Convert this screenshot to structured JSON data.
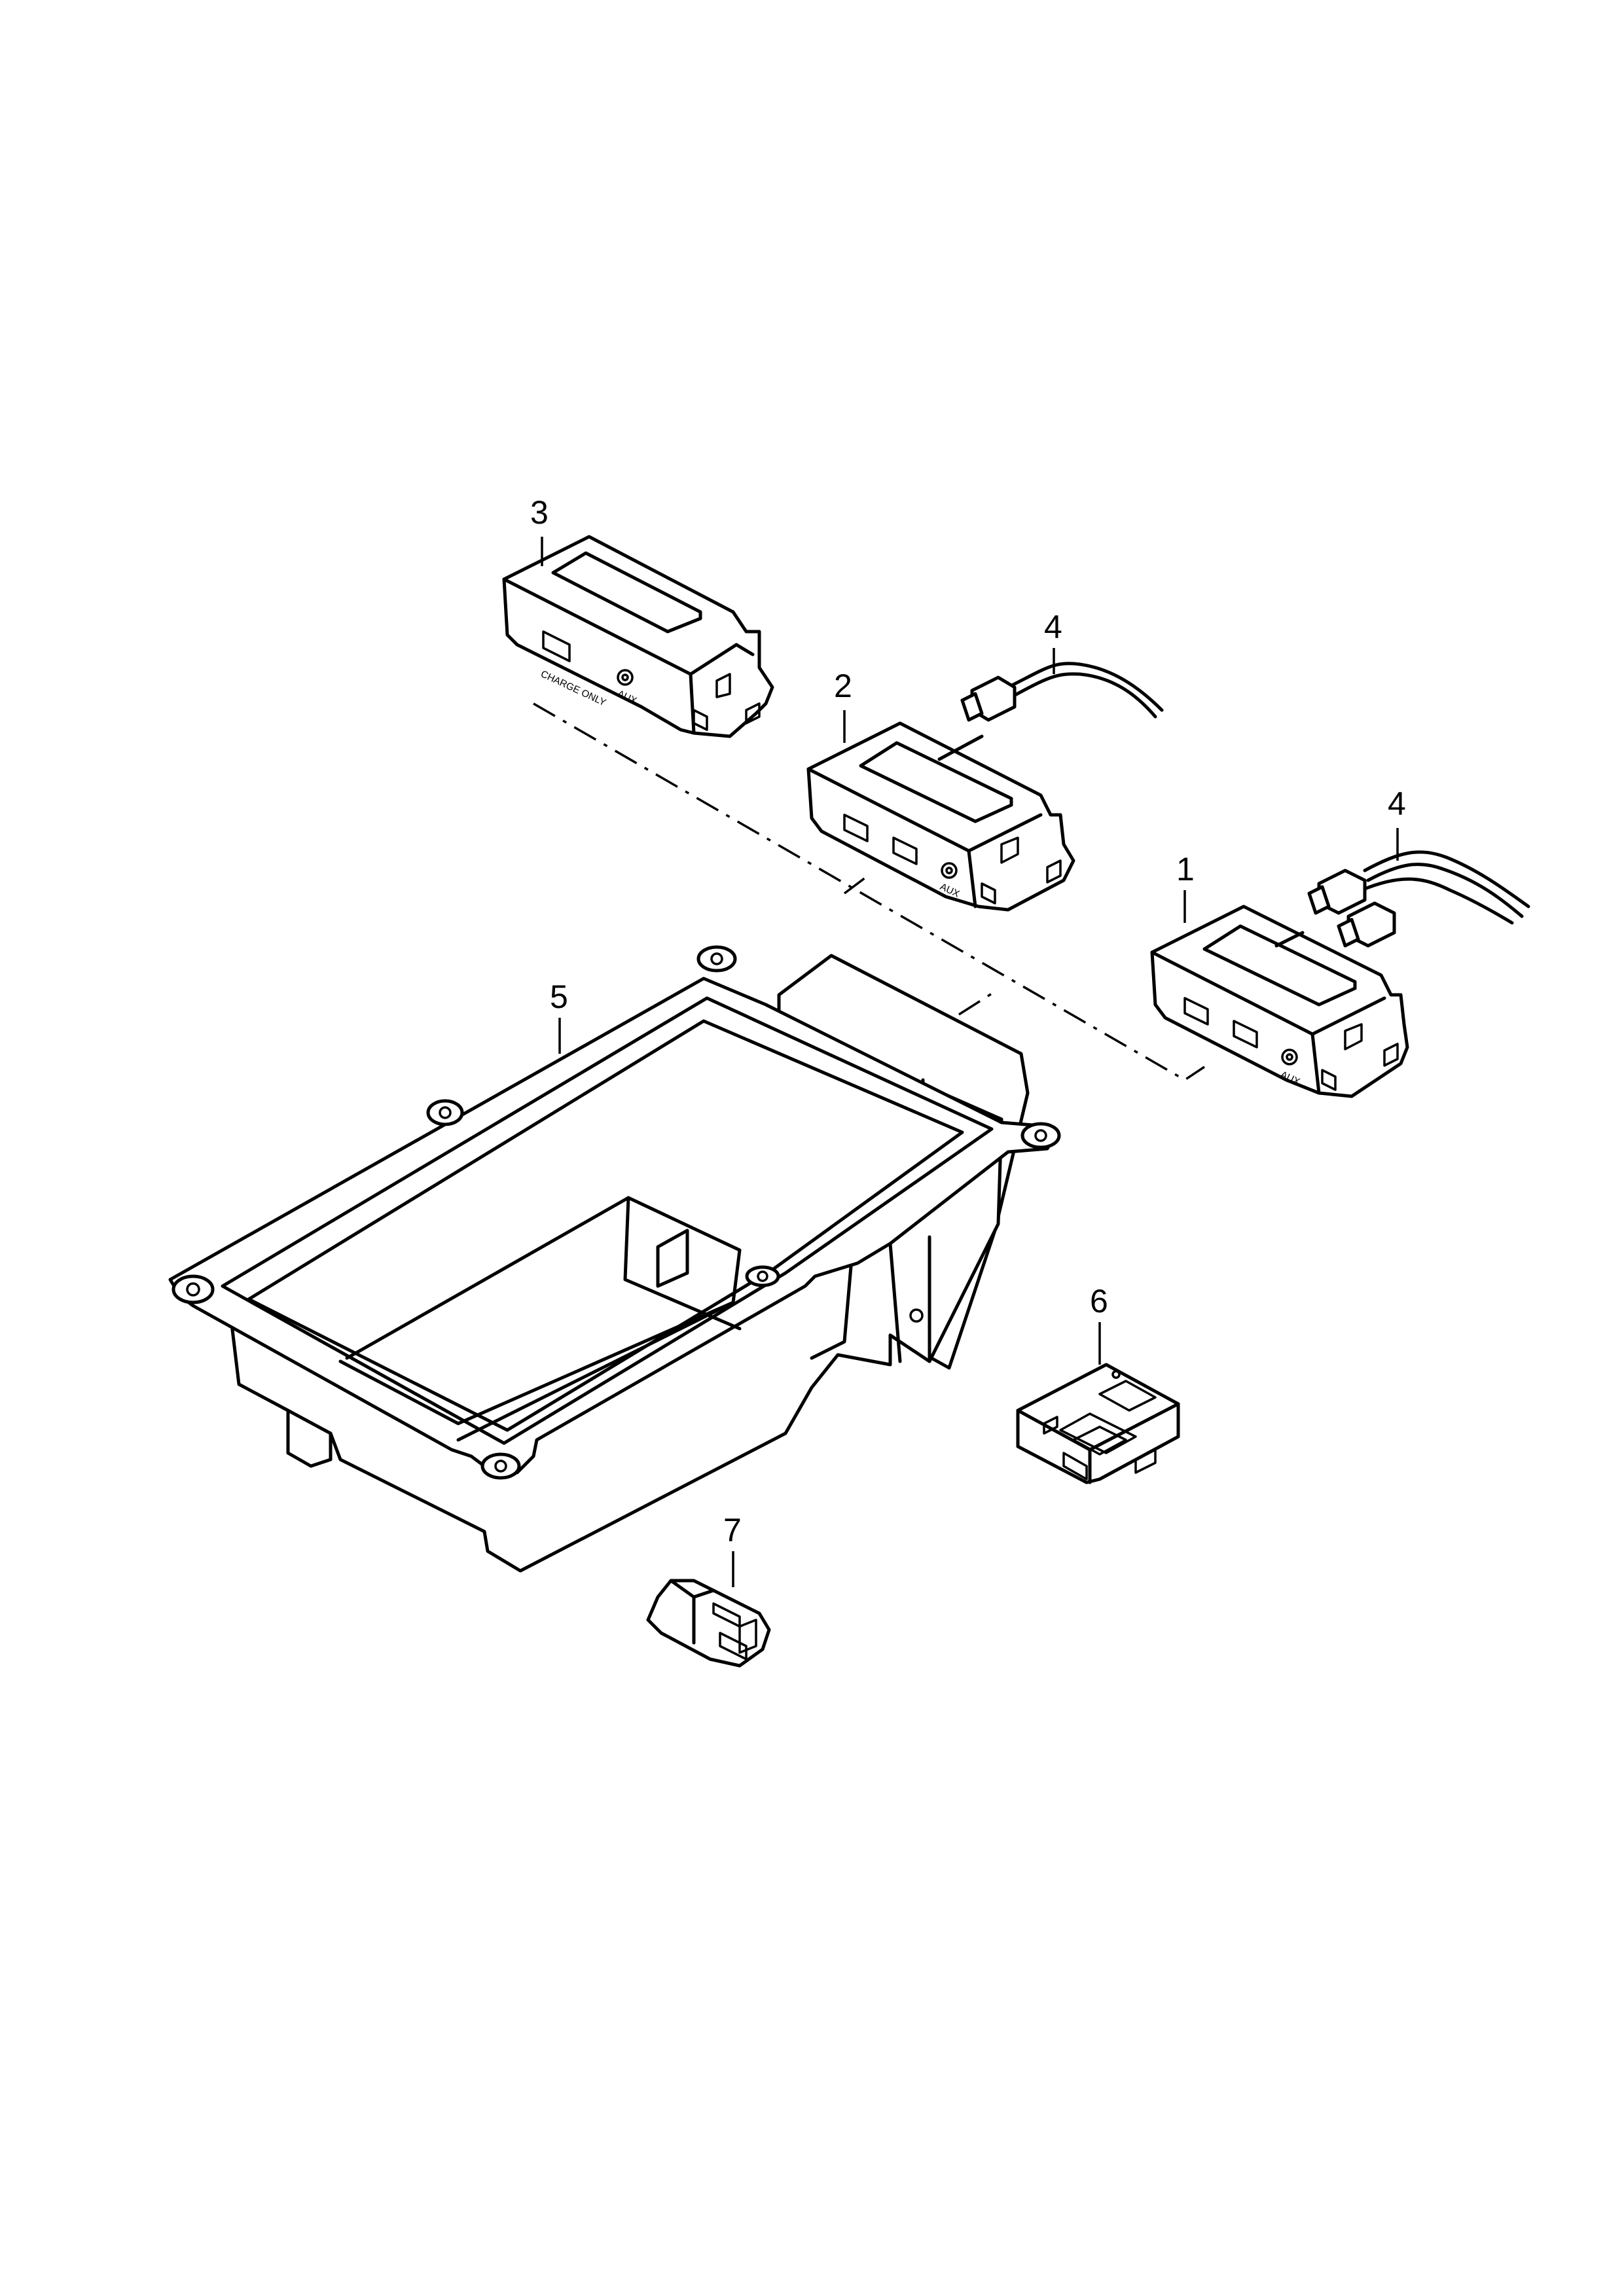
{
  "callouts": [
    {
      "id": "usb-hub-1",
      "label": "1"
    },
    {
      "id": "usb-hub-2",
      "label": "2"
    },
    {
      "id": "usb-hub-3",
      "label": "3"
    },
    {
      "id": "cable-upper",
      "label": "4"
    },
    {
      "id": "cable-lower",
      "label": "4"
    },
    {
      "id": "storage-tray",
      "label": "5"
    },
    {
      "id": "adapter-6",
      "label": "6"
    },
    {
      "id": "socket-7",
      "label": "7"
    }
  ],
  "port_markings": {
    "hub3_usb": "CHARGE ONLY",
    "hub3_aux": "AUX",
    "hub2_aux": "AUX",
    "hub1_aux": "AUX"
  }
}
